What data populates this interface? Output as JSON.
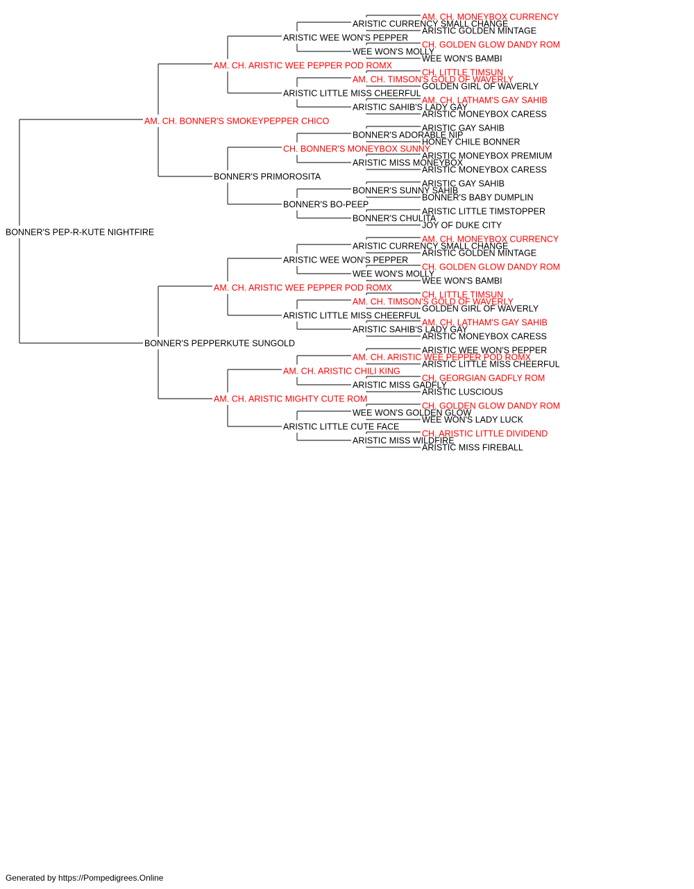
{
  "colors": {
    "normal": "#000000",
    "champion": "#ff0000",
    "connector": "#333333"
  },
  "footer": "Generated by https://Pompedigrees.Online",
  "pedigree": {
    "name": "BONNER'S PEP-R-KUTE NIGHTFIRE",
    "champion": false,
    "sire": {
      "name": "AM. CH. BONNER'S SMOKEYPEPPER CHICO",
      "champion": true,
      "sire": {
        "name": "AM. CH. ARISTIC WEE PEPPER POD ROMX",
        "champion": true,
        "sire": {
          "name": "ARISTIC WEE WON'S PEPPER",
          "champion": false,
          "sire": {
            "name": "ARISTIC CURRENCY SMALL CHANGE",
            "champion": false,
            "sire": {
              "name": "AM. CH. MONEYBOX CURRENCY",
              "champion": true
            },
            "dam": {
              "name": "ARISTIC GOLDEN MINTAGE",
              "champion": false
            }
          },
          "dam": {
            "name": "WEE WON'S MOLLY",
            "champion": false,
            "sire": {
              "name": "CH. GOLDEN GLOW DANDY ROM",
              "champion": true
            },
            "dam": {
              "name": "WEE WON'S BAMBI",
              "champion": false
            }
          }
        },
        "dam": {
          "name": "ARISTIC LITTLE MISS CHEERFUL",
          "champion": false,
          "sire": {
            "name": "AM. CH. TIMSON'S GOLD OF WAVERLY",
            "champion": true,
            "sire": {
              "name": "CH. LITTLE TIMSUN",
              "champion": true
            },
            "dam": {
              "name": "GOLDEN GIRL OF WAVERLY",
              "champion": false
            }
          },
          "dam": {
            "name": "ARISTIC SAHIB'S LADY GAY",
            "champion": false,
            "sire": {
              "name": "AM. CH. LATHAM'S GAY SAHIB",
              "champion": true
            },
            "dam": {
              "name": "ARISTIC MONEYBOX CARESS",
              "champion": false
            }
          }
        }
      },
      "dam": {
        "name": "BONNER'S PRIMOROSITA",
        "champion": false,
        "sire": {
          "name": "CH. BONNER'S MONEYBOX SUNNY",
          "champion": true,
          "sire": {
            "name": "BONNER'S ADORABLE NIP",
            "champion": false,
            "sire": {
              "name": "ARISTIC GAY SAHIB",
              "champion": false
            },
            "dam": {
              "name": "HONEY CHILE BONNER",
              "champion": false
            }
          },
          "dam": {
            "name": "ARISTIC MISS MONEYBOX",
            "champion": false,
            "sire": {
              "name": "ARISTIC MONEYBOX PREMIUM",
              "champion": false
            },
            "dam": {
              "name": "ARISTIC MONEYBOX CARESS",
              "champion": false
            }
          }
        },
        "dam": {
          "name": "BONNER'S BO-PEEP",
          "champion": false,
          "sire": {
            "name": "BONNER'S SUNNY SAHIB",
            "champion": false,
            "sire": {
              "name": "ARISTIC GAY SAHIB",
              "champion": false
            },
            "dam": {
              "name": "BONNER'S BABY DUMPLIN",
              "champion": false
            }
          },
          "dam": {
            "name": "BONNER'S CHULITA",
            "champion": false,
            "sire": {
              "name": "ARISTIC LITTLE TIMSTOPPER",
              "champion": false
            },
            "dam": {
              "name": "JOY OF DUKE CITY",
              "champion": false
            }
          }
        }
      }
    },
    "dam": {
      "name": "BONNER'S PEPPERKUTE SUNGOLD",
      "champion": false,
      "sire": {
        "name": "AM. CH. ARISTIC WEE PEPPER POD ROMX",
        "champion": true,
        "sire": {
          "name": "ARISTIC WEE WON'S PEPPER",
          "champion": false,
          "sire": {
            "name": "ARISTIC CURRENCY SMALL CHANGE",
            "champion": false,
            "sire": {
              "name": "AM. CH. MONEYBOX CURRENCY",
              "champion": true
            },
            "dam": {
              "name": "ARISTIC GOLDEN MINTAGE",
              "champion": false
            }
          },
          "dam": {
            "name": "WEE WON'S MOLLY",
            "champion": false,
            "sire": {
              "name": "CH. GOLDEN GLOW DANDY ROM",
              "champion": true
            },
            "dam": {
              "name": "WEE WON'S BAMBI",
              "champion": false
            }
          }
        },
        "dam": {
          "name": "ARISTIC LITTLE MISS CHEERFUL",
          "champion": false,
          "sire": {
            "name": "AM. CH. TIMSON'S GOLD OF WAVERLY",
            "champion": true,
            "sire": {
              "name": "CH. LITTLE TIMSUN",
              "champion": true
            },
            "dam": {
              "name": "GOLDEN GIRL OF WAVERLY",
              "champion": false
            }
          },
          "dam": {
            "name": "ARISTIC SAHIB'S LADY GAY",
            "champion": false,
            "sire": {
              "name": "AM. CH. LATHAM'S GAY SAHIB",
              "champion": true
            },
            "dam": {
              "name": "ARISTIC MONEYBOX CARESS",
              "champion": false
            }
          }
        }
      },
      "dam": {
        "name": "AM. CH. ARISTIC MIGHTY CUTE ROM",
        "champion": true,
        "sire": {
          "name": "AM. CH. ARISTIC CHILI KING",
          "champion": true,
          "sire": {
            "name": "AM. CH. ARISTIC WEE PEPPER POD ROMX",
            "champion": true,
            "sire": {
              "name": "ARISTIC WEE WON'S PEPPER",
              "champion": false
            },
            "dam": {
              "name": "ARISTIC LITTLE MISS CHEERFUL",
              "champion": false
            }
          },
          "dam": {
            "name": "ARISTIC MISS GADFLY",
            "champion": false,
            "sire": {
              "name": "CH. GEORGIAN GADFLY ROM",
              "champion": true
            },
            "dam": {
              "name": "ARISTIC LUSCIOUS",
              "champion": false
            }
          }
        },
        "dam": {
          "name": "ARISTIC LITTLE CUTE FACE",
          "champion": false,
          "sire": {
            "name": "WEE WON'S GOLDEN GLOW",
            "champion": false,
            "sire": {
              "name": "CH. GOLDEN GLOW DANDY ROM",
              "champion": true
            },
            "dam": {
              "name": "WEE WON'S LADY LUCK",
              "champion": false
            }
          },
          "dam": {
            "name": "ARISTIC MISS WILDFIRE",
            "champion": false,
            "sire": {
              "name": "CH. ARISTIC LITTLE DIVIDEND",
              "champion": true
            },
            "dam": {
              "name": "ARISTIC MISS FIREBALL",
              "champion": false
            }
          }
        }
      }
    }
  }
}
